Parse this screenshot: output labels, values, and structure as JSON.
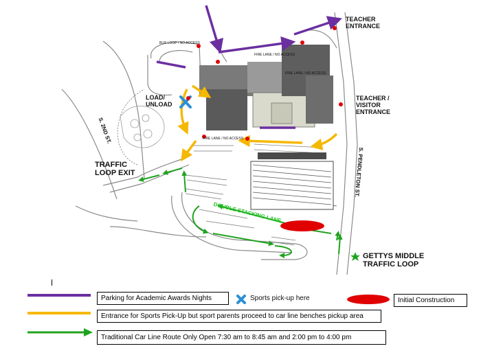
{
  "colors": {
    "parking": "#6b2fa0",
    "sports_entrance": "#f5b800",
    "car_line": "#1fa31f",
    "sports_pickup": "#2b8fd6",
    "construction": "#e00000",
    "road": "#8a8a8a",
    "building": "#6e6e6e"
  },
  "map": {
    "labels": {
      "teacher_entrance": "TEACHER\nENTRANCE",
      "teacher_visitor_entrance": "TEACHER /\nVISITOR\nENTRANCE",
      "load_unload": "LOAD/\nUNLOAD",
      "s_2nd_st": "S. 2ND ST.",
      "s_pendleton_st": "S. PENDLETON ST.",
      "traffic_loop_exit": "TRAFFIC\nLOOP EXIT",
      "double_stacking_lane": "DOUBLE STACKING LANE",
      "gettys_middle": "GETTYS MIDDLE\nTRAFFIC LOOP",
      "bus_loop": "BUS LOOP / NO ACCESS",
      "fire_lane_1": "FIRE LANE / NO ACCESS",
      "fire_lane_2": "FIRE LANE / NO ACCESS",
      "fire_lane_3": "FIRE LANE / NO ACCESS"
    }
  },
  "legend": {
    "parking": {
      "label": "Parking for Academic Awards Nights",
      "icon": "purple-line"
    },
    "sports_pickup": {
      "label": "Sports pick-up here",
      "icon": "blue-x-icon"
    },
    "construction": {
      "label": "Initial Construction",
      "icon": "red-oval"
    },
    "sports_entrance": {
      "label": "Entrance for Sports Pick-Up but sport parents proceed to car line benches pickup area",
      "icon": "yellow-line"
    },
    "car_line": {
      "label": "Traditional Car Line Route Only Open 7:30 am to 8:45 am and 2:00 pm to 4:00 pm",
      "icon": "green-arrow"
    }
  }
}
